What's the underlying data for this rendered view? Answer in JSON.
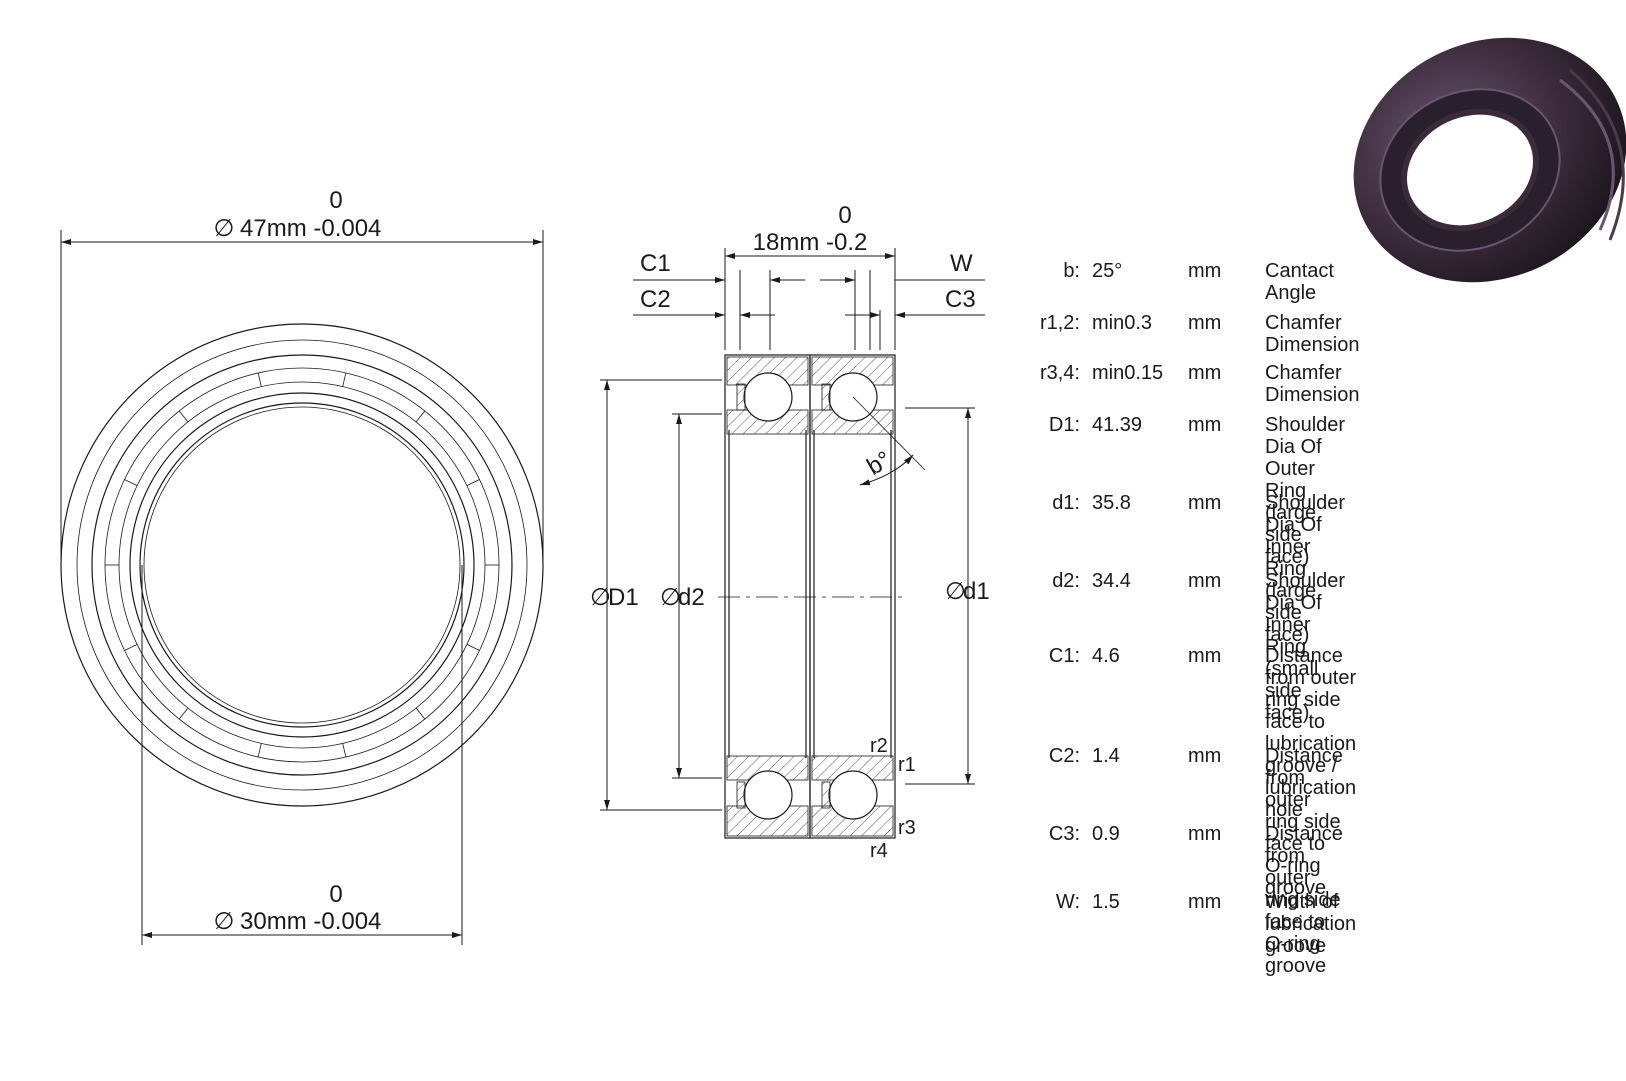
{
  "outer_dim": {
    "upper": "0",
    "main": "47mm -0.004",
    "symbol": "∅"
  },
  "inner_dim": {
    "upper": "0",
    "main": "30mm -0.004",
    "symbol": "∅"
  },
  "width_dim": {
    "upper": "0",
    "main": "18mm -0.2"
  },
  "section_labels": {
    "c1": "C1",
    "c2": "C2",
    "c3": "C3",
    "w": "W",
    "D1": "D1",
    "d2": "d2",
    "d1": "d1",
    "dia_symbol": "∅",
    "angle": "b°",
    "r1": "r1",
    "r2": "r2",
    "r3": "r3",
    "r4": "r4"
  },
  "specs": [
    {
      "key": "b:",
      "value": "25°",
      "unit": "mm",
      "desc": "Cantact Angle"
    },
    {
      "key": "r1,2:",
      "value": "min0.3",
      "unit": "mm",
      "desc": "Chamfer Dimension"
    },
    {
      "key": "r3,4:",
      "value": "min0.15",
      "unit": "mm",
      "desc": "Chamfer Dimension"
    },
    {
      "key": "D1:",
      "value": "41.39",
      "unit": "mm",
      "desc": "Shoulder Dia Of Outer Ring\n(large side face)"
    },
    {
      "key": "d1:",
      "value": "35.8",
      "unit": "mm",
      "desc": "Shoulder Dia Of Inner Ring\n(large side face)"
    },
    {
      "key": "d2:",
      "value": "34.4",
      "unit": "mm",
      "desc": "Shoulder Dia Of Inner Ring\n(small side face)"
    },
    {
      "key": "C1:",
      "value": "4.6",
      "unit": "mm",
      "desc": "Distance from outer ring side\nface to lubrication groove /\nlubrication hole"
    },
    {
      "key": "C2:",
      "value": "1.4",
      "unit": "mm",
      "desc": "Distance from outer ring side\nface to O-ring groove"
    },
    {
      "key": "C3:",
      "value": "0.9",
      "unit": "mm",
      "desc": "Distance from outer ring side\nface to O-ring groove"
    },
    {
      "key": "W:",
      "value": "1.5",
      "unit": "mm",
      "desc": "Width of lubrication groove"
    }
  ],
  "colors": {
    "line": "#1a1a1a",
    "bearing_render": "#3a2a3a",
    "bearing_highlight": "#5a4560"
  }
}
